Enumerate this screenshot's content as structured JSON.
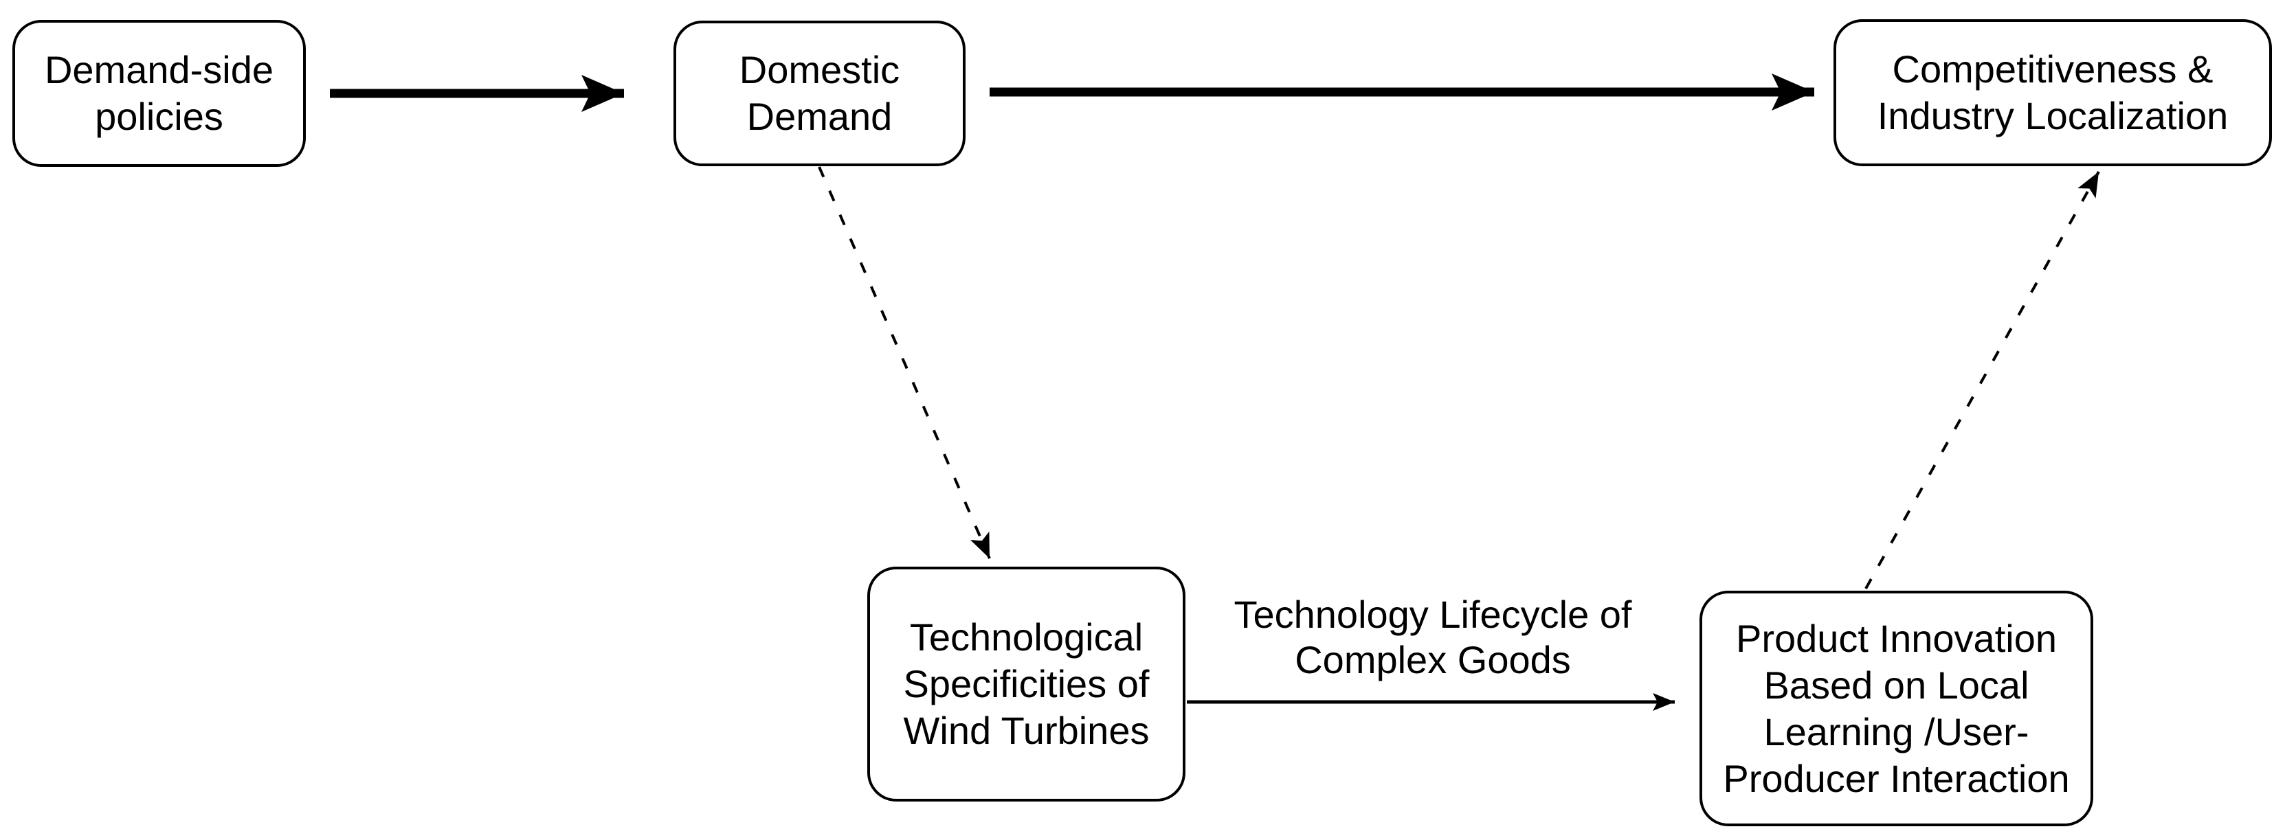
{
  "colors": {
    "ink": "#000000",
    "background": "#ffffff"
  },
  "nodes": [
    {
      "id": "demand-side-policies",
      "label": "Demand-side\npolicies"
    },
    {
      "id": "domestic-demand",
      "label": "Domestic\nDemand"
    },
    {
      "id": "competitiveness-industry-localization",
      "label": "Competitiveness &\nIndustry Localization"
    },
    {
      "id": "technological-specificities-wind-turbines",
      "label": "Technological\nSpecificities of\nWind Turbines"
    },
    {
      "id": "product-innovation-local-learning",
      "label": "Product Innovation\nBased on Local\nLearning /User-\nProducer Interaction"
    }
  ],
  "edges": [
    {
      "from": "demand-side-policies",
      "to": "domestic-demand",
      "style": "solid-bold"
    },
    {
      "from": "domestic-demand",
      "to": "competitiveness-industry-localization",
      "style": "solid-bold"
    },
    {
      "from": "domestic-demand",
      "to": "technological-specificities-wind-turbines",
      "style": "dashed"
    },
    {
      "from": "technological-specificities-wind-turbines",
      "to": "product-innovation-local-learning",
      "style": "solid-thin",
      "label": "Technology Lifecycle of\nComplex Goods"
    },
    {
      "from": "product-innovation-local-learning",
      "to": "competitiveness-industry-localization",
      "style": "dashed"
    }
  ]
}
